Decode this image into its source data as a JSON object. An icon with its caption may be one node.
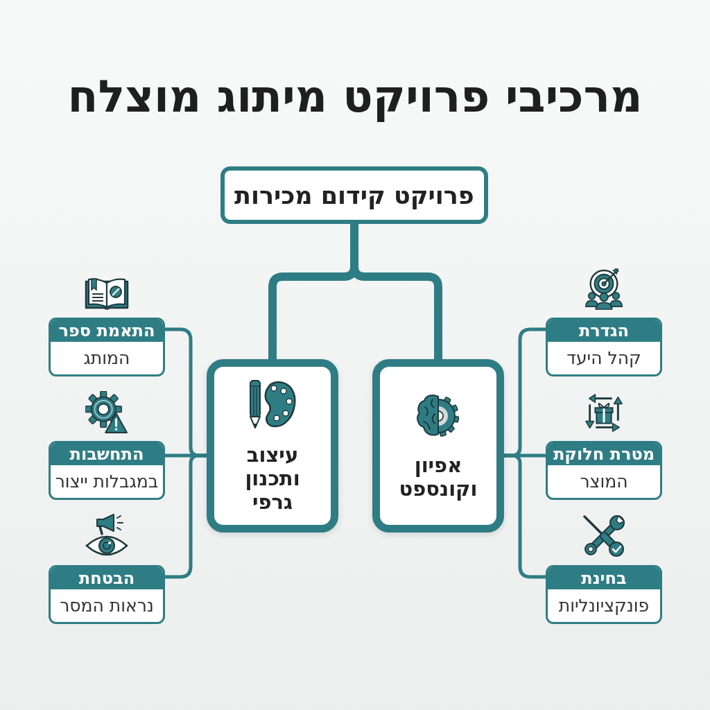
{
  "diagram": {
    "title": "מרכיבי פרויקט מיתוג מוצלח",
    "nodes": [
      {
        "text": [
          "פרויקט קידום מכירות"
        ]
      },
      {
        "text": [
          "אפיון וקונספט"
        ]
      },
      {
        "text": [
          "עיצוב ותכנון גרפי"
        ]
      },
      {
        "text": [
          "הגדרת",
          "קהל היעד"
        ]
      },
      {
        "text": [
          "מטרת חלוקת",
          "המוצר"
        ]
      },
      {
        "text": [
          "בחינת",
          "פונקציונליות"
        ]
      },
      {
        "text": [
          "התאמת ספר",
          "המותג"
        ]
      },
      {
        "text": [
          "התחשבות",
          "במגבלות ייצור"
        ]
      },
      {
        "text": [
          "הבטחת",
          "נראות המסר"
        ]
      }
    ],
    "edges": [
      {
        "from": 0,
        "to": 1,
        "arrow": "none",
        "style": "thick"
      },
      {
        "from": 0,
        "to": 2,
        "arrow": "none",
        "style": "thick"
      },
      {
        "from": 1,
        "to": 3,
        "arrow": "none"
      },
      {
        "from": 1,
        "to": 4,
        "arrow": "none"
      },
      {
        "from": 1,
        "to": 5,
        "arrow": "none"
      },
      {
        "from": 2,
        "to": 6,
        "arrow": "none"
      },
      {
        "from": 2,
        "to": 7,
        "arrow": "none"
      },
      {
        "from": 2,
        "to": 8,
        "arrow": "none"
      }
    ]
  }
}
